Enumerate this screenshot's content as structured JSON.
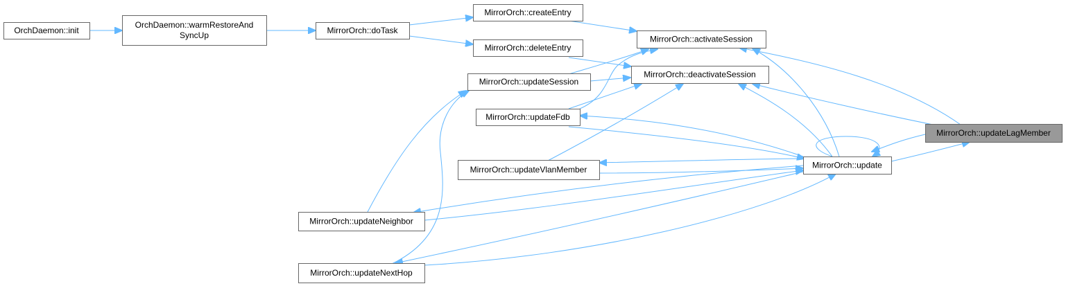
{
  "nodes": {
    "init": {
      "label": [
        "OrchDaemon::init"
      ]
    },
    "warm": {
      "label": [
        "OrchDaemon::warmRestoreAnd",
        "SyncUp"
      ]
    },
    "dotask": {
      "label": [
        "MirrorOrch::doTask"
      ]
    },
    "create": {
      "label": [
        "MirrorOrch::createEntry"
      ]
    },
    "delete": {
      "label": [
        "MirrorOrch::deleteEntry"
      ]
    },
    "activate": {
      "label": [
        "MirrorOrch::activateSession"
      ]
    },
    "deactivate": {
      "label": [
        "MirrorOrch::deactivateSession"
      ]
    },
    "updsession": {
      "label": [
        "MirrorOrch::updateSession"
      ]
    },
    "updfdb": {
      "label": [
        "MirrorOrch::updateFdb"
      ]
    },
    "updvlan": {
      "label": [
        "MirrorOrch::updateVlanMember"
      ]
    },
    "update": {
      "label": [
        "MirrorOrch::update"
      ]
    },
    "updlag": {
      "label": [
        "MirrorOrch::updateLagMember"
      ],
      "highlight": true
    },
    "updneighbor": {
      "label": [
        "MirrorOrch::updateNeighbor"
      ]
    },
    "updnexthop": {
      "label": [
        "MirrorOrch::updateNextHop"
      ]
    }
  },
  "colors": {
    "edge": "#63b8ff",
    "node_border": "#666666",
    "highlight_fill": "#999999"
  }
}
